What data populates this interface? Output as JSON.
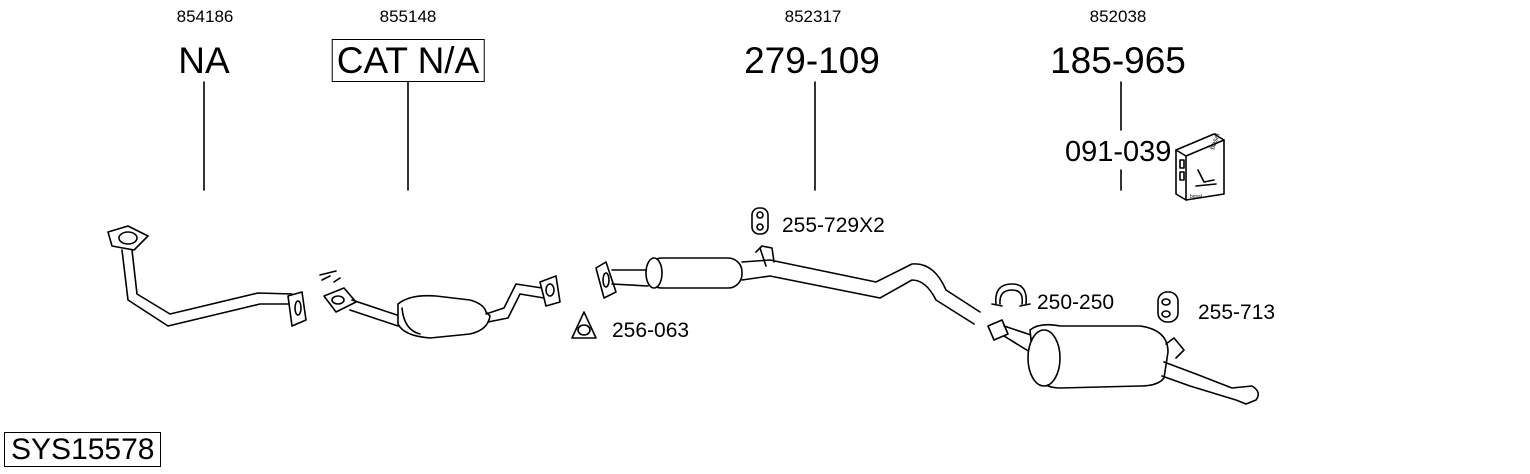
{
  "system_code": "SYS15578",
  "parts": [
    {
      "id": "part-1",
      "ref": "854186",
      "code": "NA"
    },
    {
      "id": "part-2",
      "ref": "855148",
      "code": "CAT N/A"
    },
    {
      "id": "part-3",
      "ref": "852317",
      "code": "279-109"
    },
    {
      "id": "part-4",
      "ref": "852038",
      "code": "185-965",
      "accessory": "091-039"
    }
  ],
  "fittings": {
    "gasket": "256-063",
    "rubber_mount_a": "255-729X2",
    "clamp": "250-250",
    "rubber_mount_b": "255-713"
  },
  "box_logo": "bosal"
}
